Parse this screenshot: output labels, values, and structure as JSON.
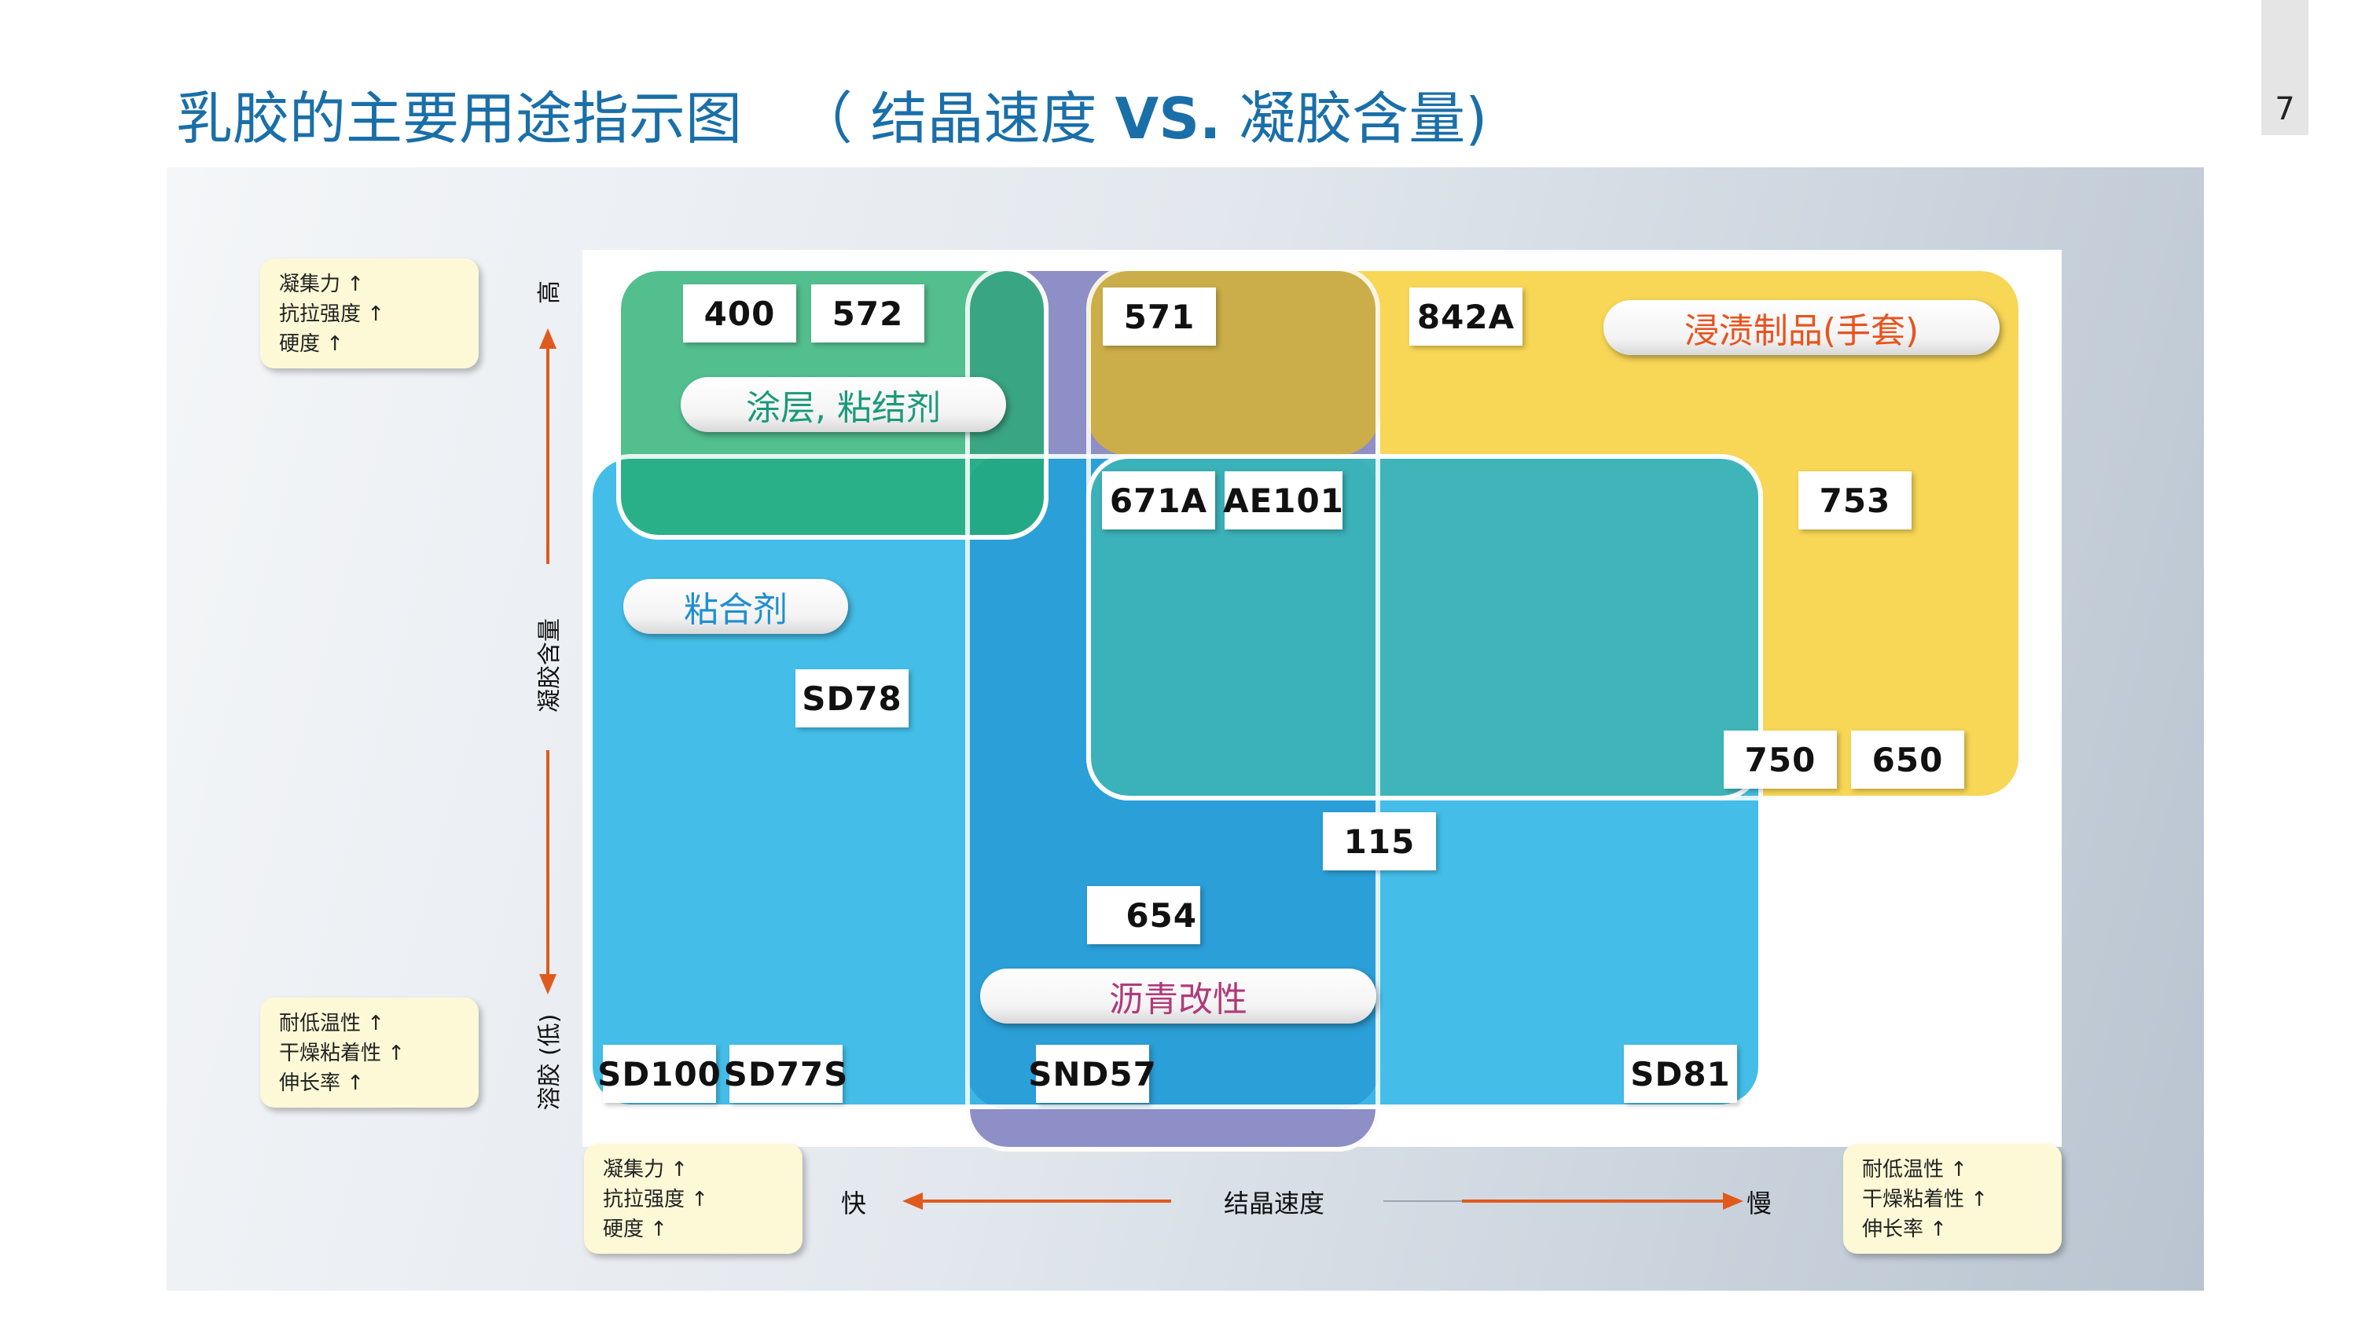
{
  "page": {
    "title_cn": "乳胶的主要用途指示图",
    "title_paren_open": "（ 结晶速度",
    "title_vs": "VS.",
    "title_paren_close": "凝胶含量)",
    "page_number": "7"
  },
  "regions": {
    "coating": "涂层, 粘结剂",
    "dipping": "浸渍制品(手套)",
    "adhesive": "粘合剂",
    "asphalt": "沥青改性"
  },
  "region_colors": {
    "coating": "#22ac6e",
    "dipping": "#f8d656",
    "adhesive": "#36b9e6",
    "asphalt": "#8d8fc6",
    "dipping_label": "#e8531e",
    "coating_label": "#1a9a7a",
    "adhesive_label": "#1f8fd0",
    "asphalt_label": "#b03a7a"
  },
  "grades": {
    "g400": "400",
    "g572": "572",
    "g571": "571",
    "g842a": "842A",
    "g671a": "671A",
    "gae101": "AE101",
    "g753": "753",
    "gsd78": "SD78",
    "g750": "750",
    "g650": "650",
    "g115": "115",
    "g654": "654",
    "gsd100": "SD100",
    "gsd77s": "SD77S",
    "gsnd57": "SND57",
    "gsd81": "SD81"
  },
  "axes": {
    "y_high": "高",
    "y_label": "凝胶含量",
    "y_low": "溶胶 (低)",
    "x_fast": "快",
    "x_label": "结晶速度",
    "x_slow": "慢"
  },
  "notes": {
    "top_left": [
      "凝集力 ↑",
      "抗拉强度 ↑",
      "硬度 ↑"
    ],
    "bottom_left": [
      "耐低温性  ↑",
      "干燥粘着性 ↑",
      "伸长率 ↑"
    ],
    "bottom_fast": [
      "凝集力 ↑",
      "抗拉强度 ↑",
      "硬度 ↑"
    ],
    "bottom_slow": [
      "耐低温性  ↑",
      "干燥粘着性 ↑",
      "伸长率  ↑"
    ]
  },
  "arrow_color": "#e05a1e"
}
